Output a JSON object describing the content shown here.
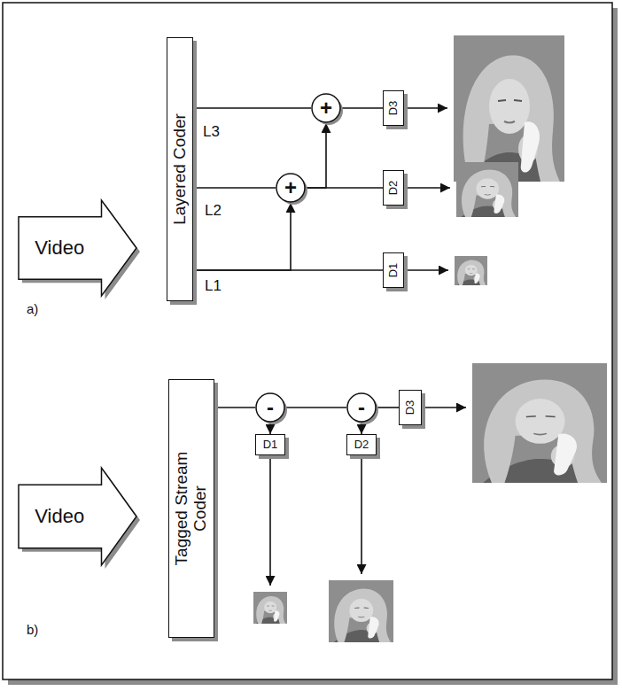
{
  "diagram": {
    "nodes": [
      {
        "text": [
          "Video"
        ]
      },
      {
        "text": [
          "Layered Coder"
        ]
      },
      {
        "text": [
          "+"
        ]
      },
      {
        "text": [
          "D3"
        ]
      },
      {
        "text": [
          "+"
        ]
      },
      {
        "text": [
          "D2"
        ]
      },
      {
        "text": [
          "D1"
        ]
      },
      {
        "text": [
          "Video"
        ]
      },
      {
        "text": [
          "Tagged Stream Coder"
        ]
      },
      {
        "text": [
          "-"
        ]
      },
      {
        "text": [
          "-"
        ]
      },
      {
        "text": [
          "D3"
        ]
      },
      {
        "text": [
          "D1"
        ]
      },
      {
        "text": [
          "D2"
        ]
      }
    ],
    "edges": [
      {
        "from": 1,
        "to": 2,
        "arrow": "none",
        "label": "L3"
      },
      {
        "from": 2,
        "to": 3,
        "arrow": "none"
      },
      {
        "from": 1,
        "to": 4,
        "arrow": "none",
        "label": "L2"
      },
      {
        "from": 4,
        "to": 5,
        "arrow": "none"
      },
      {
        "from": 4,
        "to": 2,
        "arrow": "to"
      },
      {
        "from": 1,
        "to": 6,
        "arrow": "none",
        "label": "L1"
      },
      {
        "from": 1,
        "to": 4,
        "arrow": "to"
      },
      {
        "from": 8,
        "to": 9,
        "arrow": "none"
      },
      {
        "from": 9,
        "to": 10,
        "arrow": "none"
      },
      {
        "from": 10,
        "to": 11,
        "arrow": "none"
      },
      {
        "from": 9,
        "to": 12,
        "arrow": "to"
      },
      {
        "from": 10,
        "to": 13,
        "arrow": "to"
      }
    ],
    "labels": [
      "a)",
      "b)"
    ]
  }
}
